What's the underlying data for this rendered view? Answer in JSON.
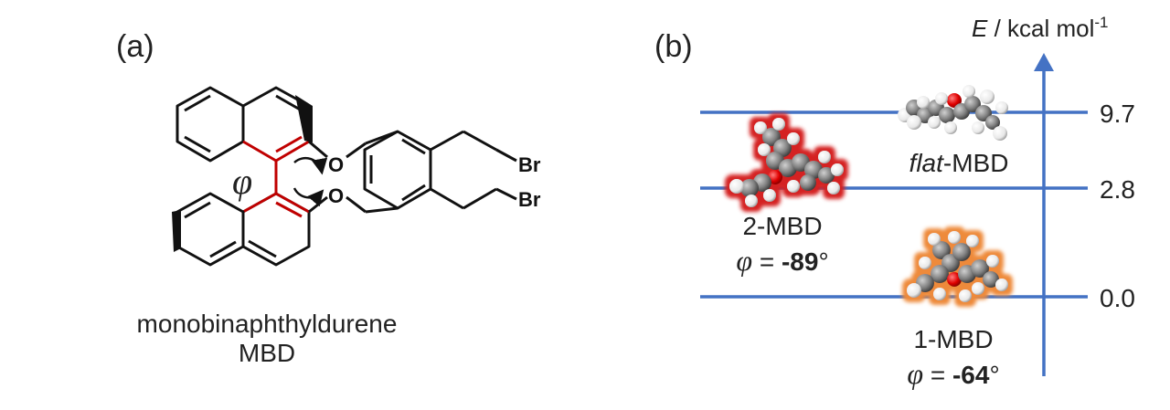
{
  "panel_a": {
    "label": "(a)",
    "phi_symbol": "φ",
    "o_top": "O",
    "o_bottom": "O",
    "br_top": "Br",
    "br_bottom": "Br",
    "caption_line1": "monobinaphthyldurene",
    "caption_line2": "MBD"
  },
  "panel_b": {
    "label": "(b)",
    "axis_label_var": "E",
    "axis_label_unit": " / kcal mol",
    "axis_label_sup": "-1",
    "levels": [
      {
        "value": "9.7"
      },
      {
        "value": "2.8"
      },
      {
        "value": "0.0"
      }
    ],
    "states": {
      "flat": {
        "name_italic": "flat",
        "name_rest": "-MBD"
      },
      "two": {
        "name": "2-MBD",
        "phi_symbol": "φ",
        "eq": " = ",
        "angle": "-89",
        "deg": "°"
      },
      "one": {
        "name": "1-MBD",
        "phi_symbol": "φ",
        "eq": " = ",
        "angle": "-64",
        "deg": "°"
      }
    },
    "colors": {
      "level_line": "#4472c4",
      "glow_red": "#d42020",
      "glow_orange": "#ee8a3a",
      "carbon": "#7f7f7f",
      "oxygen": "#e00000",
      "hydrogen": "#f2f2f2",
      "bond_red": "#c00000"
    }
  }
}
